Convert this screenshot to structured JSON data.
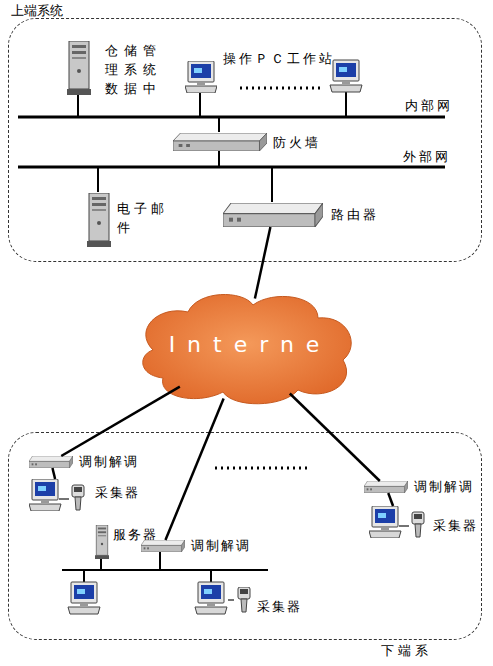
{
  "diagram": {
    "nodes": [
      {
        "text": [
          "上端系统"
        ]
      },
      {
        "text": [
          "仓储管理系统数据中"
        ],
        "in": 0
      },
      {
        "text": [
          "操作ＰＣ工作站"
        ],
        "in": 0
      },
      {
        "text": [
          "防火墙"
        ],
        "in": 0
      },
      {
        "text": [
          "电子邮件"
        ],
        "in": 0
      },
      {
        "text": [
          "路由器"
        ],
        "in": 0
      },
      {
        "text": [
          "Interne"
        ]
      },
      {
        "text": [
          "下端系"
        ]
      },
      {
        "text": [
          "调制解调"
        ],
        "in": 7
      },
      {
        "text": [
          "采集器"
        ],
        "in": 7
      },
      {
        "text": [
          "服务器"
        ],
        "in": 7
      },
      {
        "text": [
          "调制解调"
        ],
        "in": 7
      },
      {
        "text": [
          "采集器"
        ],
        "in": 7
      },
      {
        "text": [
          "调制解调"
        ],
        "in": 7
      },
      {
        "text": [
          "采集器"
        ],
        "in": 7
      }
    ],
    "edges": [
      {
        "from": 5,
        "to": 6,
        "arrow": "none"
      },
      {
        "from": 6,
        "to": 8,
        "arrow": "none"
      },
      {
        "from": 6,
        "to": 11,
        "arrow": "none"
      },
      {
        "from": 6,
        "to": 13,
        "arrow": "none"
      },
      {
        "from": 8,
        "to": 9,
        "arrow": "none"
      },
      {
        "from": 13,
        "to": 14,
        "arrow": "none"
      }
    ],
    "labels": [
      "内部网",
      "外部网"
    ]
  }
}
